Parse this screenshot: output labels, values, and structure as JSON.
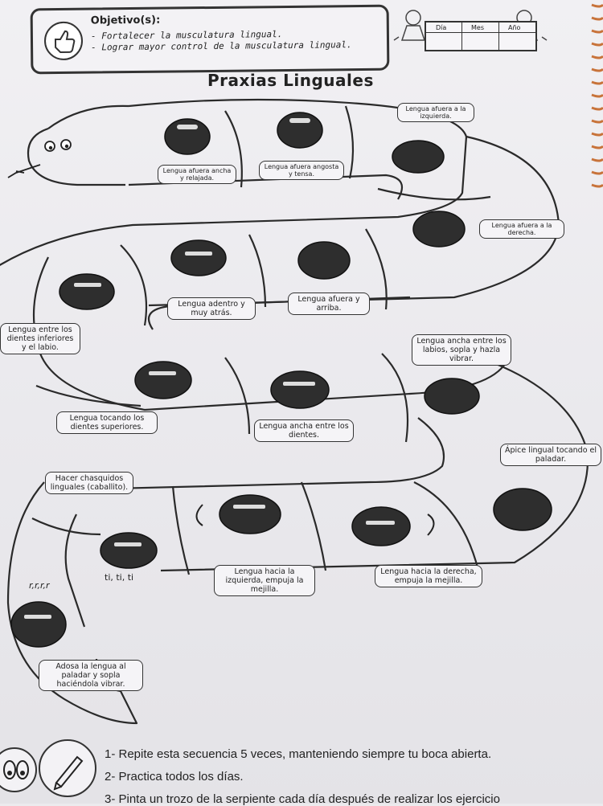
{
  "objectives": {
    "title": "Objetivo(s):",
    "lines": [
      "- Fortalecer la musculatura lingual.",
      "- Lograr mayor control de la musculatura lingual."
    ]
  },
  "date_box": {
    "day": "Día",
    "month": "Mes",
    "year": "Año"
  },
  "title": "Praxias Linguales",
  "exercises": [
    "Lengua afuera ancha y relajada.",
    "Lengua afuera angosta y tensa.",
    "Lengua afuera a la izquierda.",
    "Lengua afuera a la derecha.",
    "Lengua adentro y muy atrás.",
    "Lengua afuera y arriba.",
    "Lengua entre los dientes inferiores y el labio.",
    "Lengua ancha entre los labios, sopla y hazla vibrar.",
    "Lengua tocando los dientes superiores.",
    "Lengua ancha entre los dientes.",
    "Ápice lingual tocando el paladar.",
    "Hacer chasquidos linguales (caballito).",
    "Lengua hacia la izquierda, empuja la mejilla.",
    "Lengua hacia la derecha, empuja la mejilla.",
    "Adosa la lengua al paladar y sopla haciéndola vibrar."
  ],
  "sounds": {
    "ti": "ti, ti, ti",
    "r": "r,r,r,r"
  },
  "instructions": [
    "1- Repite esta secuencia 5 veces, manteniendo siempre tu boca abierta.",
    "2- Practica todos los días.",
    "3- Pinta un trozo de la serpiente cada día después de realizar los ejercicio"
  ]
}
